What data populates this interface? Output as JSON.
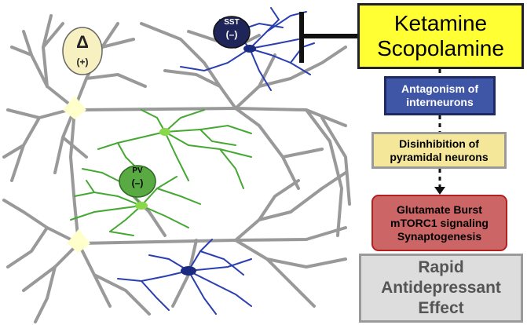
{
  "drug_box": {
    "line1": "Ketamine",
    "line2": "Scopolamine"
  },
  "antagonism_box": {
    "line1": "Antagonism of",
    "line2": "interneurons"
  },
  "disinhibition_box": {
    "line1": "Disinhibition of",
    "line2": "pyramidal neurons"
  },
  "glutamate_box": {
    "line1": "Glutamate Burst",
    "line2": "mTORC1 signaling",
    "line3": "Synaptogenesis"
  },
  "effect_box": {
    "line1": "Rapid",
    "line2": "Antidepressant",
    "line3": "Effect"
  },
  "delta_circle": {
    "symbol": "Δ",
    "sign": "(+)"
  },
  "sst_circle": {
    "name": "SST",
    "sign": "(–)"
  },
  "pv_circle": {
    "name": "PV",
    "sign": "(–)"
  },
  "colors": {
    "pyramidal_dendrite": "#999999",
    "soma": "#ffffcc",
    "sst_interneuron": "#2a3fb0",
    "pv_interneuron": "#44a832",
    "drug_box_fill": "#ffff33",
    "antagonism_fill": "#3f55a6",
    "disinhibition_fill": "#f5e79a",
    "glutamate_fill": "#cc6666",
    "effect_fill": "#dddddd"
  }
}
